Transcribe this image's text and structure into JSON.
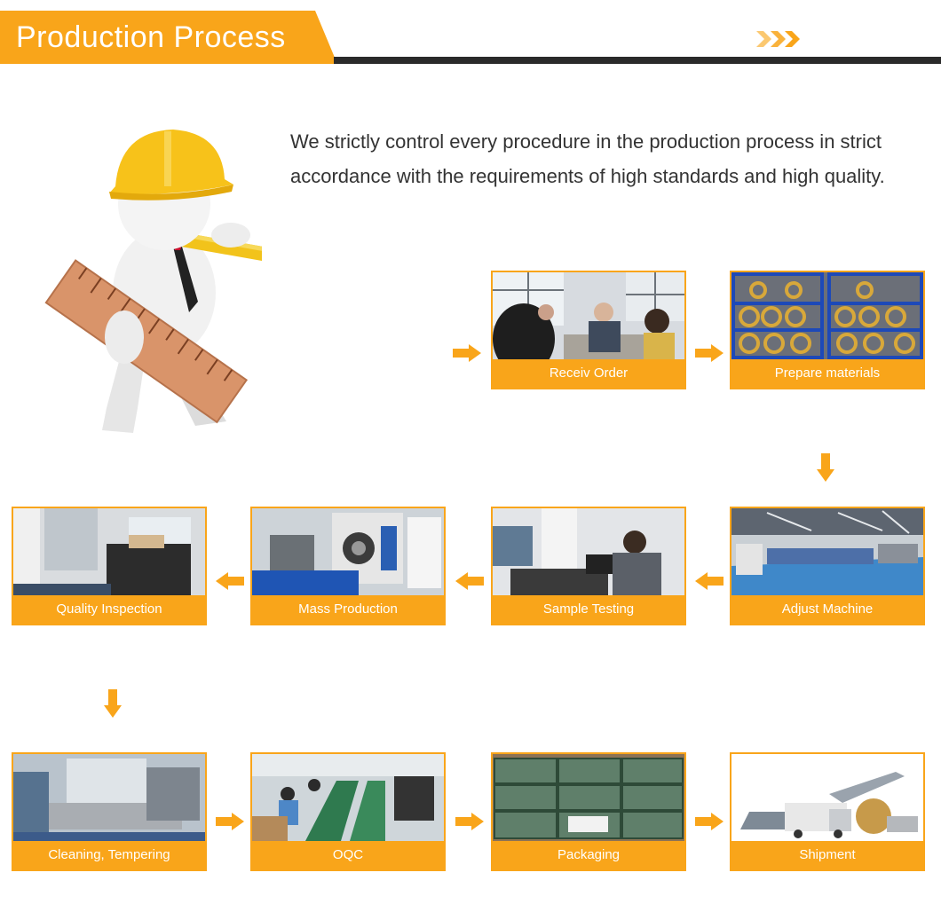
{
  "header": {
    "title": "Production Process",
    "accent_color": "#f9a51a",
    "bar_color": "#2a2a2a",
    "decor_icon": "triple-chevron-icon"
  },
  "intro": {
    "text": "We strictly control every procedure in the production process in strict accordance with the requirements of high standards and high quality."
  },
  "steps": [
    {
      "label": "Receiv Order",
      "icon": "meeting-photo"
    },
    {
      "label": "Prepare materials",
      "icon": "material-rack-photo"
    },
    {
      "label": "Adjust Machine",
      "icon": "factory-floor-photo"
    },
    {
      "label": "Sample Testing",
      "icon": "lab-testing-photo"
    },
    {
      "label": "Mass Production",
      "icon": "machine-photo"
    },
    {
      "label": "Quality Inspection",
      "icon": "inspection-machine-photo"
    },
    {
      "label": "Cleaning, Tempering",
      "icon": "cleaning-line-photo"
    },
    {
      "label": "OQC",
      "icon": "assembly-line-photo"
    },
    {
      "label": "Packaging",
      "icon": "cartons-photo"
    },
    {
      "label": "Shipment",
      "icon": "transport-photo"
    }
  ]
}
